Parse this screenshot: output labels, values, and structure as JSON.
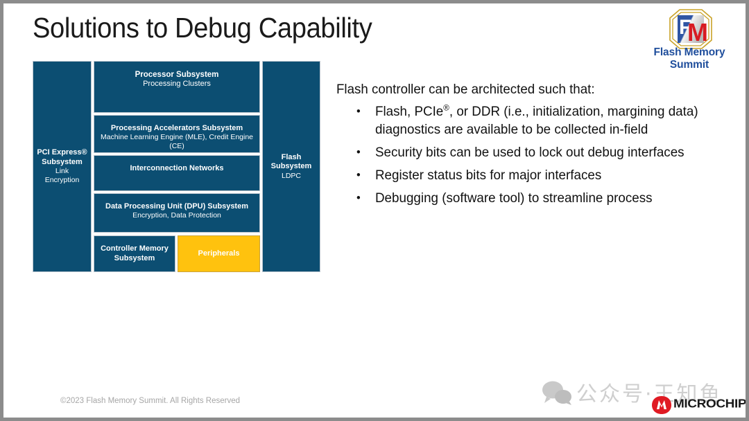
{
  "slide": {
    "title": "Solutions to Debug Capability",
    "copyright": "©2023 Flash Memory Summit. All Rights Reserved"
  },
  "logo": {
    "fms_text": "Flash Memory Summit",
    "fms_letters": {
      "f": "F",
      "m": "M"
    },
    "microchip_text": "MICROCHIP"
  },
  "watermark": {
    "text": "公众号·王知鱼"
  },
  "diagram": {
    "colors": {
      "block": "#0C4E72",
      "highlight": "#FFC20E",
      "border": "#b9c4cd"
    },
    "left_column": {
      "title": "PCI Express®",
      "title2": "Subsystem",
      "subtitle": "Link Encryption"
    },
    "right_column": {
      "title": "Flash",
      "title2": "Subsystem",
      "subtitle": "LDPC"
    },
    "center_blocks": [
      {
        "title": "Processor Subsystem",
        "subtitle": "Processing Clusters"
      },
      {
        "title": "Processing Accelerators Subsystem",
        "subtitle": "Machine Learning Engine (MLE), Credit Engine (CE)"
      },
      {
        "title": "Interconnection Networks",
        "subtitle": ""
      },
      {
        "title": "Data Processing Unit (DPU) Subsystem",
        "subtitle": "Encryption, Data Protection"
      }
    ],
    "bottom_blocks": [
      {
        "title": "Controller Memory Subsystem",
        "highlight": false
      },
      {
        "title": "Peripherals",
        "highlight": true
      }
    ]
  },
  "content": {
    "lead": "Flash controller can be architected such that:",
    "bullets": [
      {
        "pre": "Flash, PCIe",
        "sup": "®",
        "post": ", or DDR (i.e., initialization, margining data) diagnostics are available to be collected in-field"
      },
      {
        "pre": "Security bits can be used to lock out debug interfaces",
        "sup": "",
        "post": ""
      },
      {
        "pre": "Register status bits for major interfaces",
        "sup": "",
        "post": ""
      },
      {
        "pre": "Debugging (software tool) to streamline process",
        "sup": "",
        "post": ""
      }
    ],
    "bullet_marker": "•"
  }
}
